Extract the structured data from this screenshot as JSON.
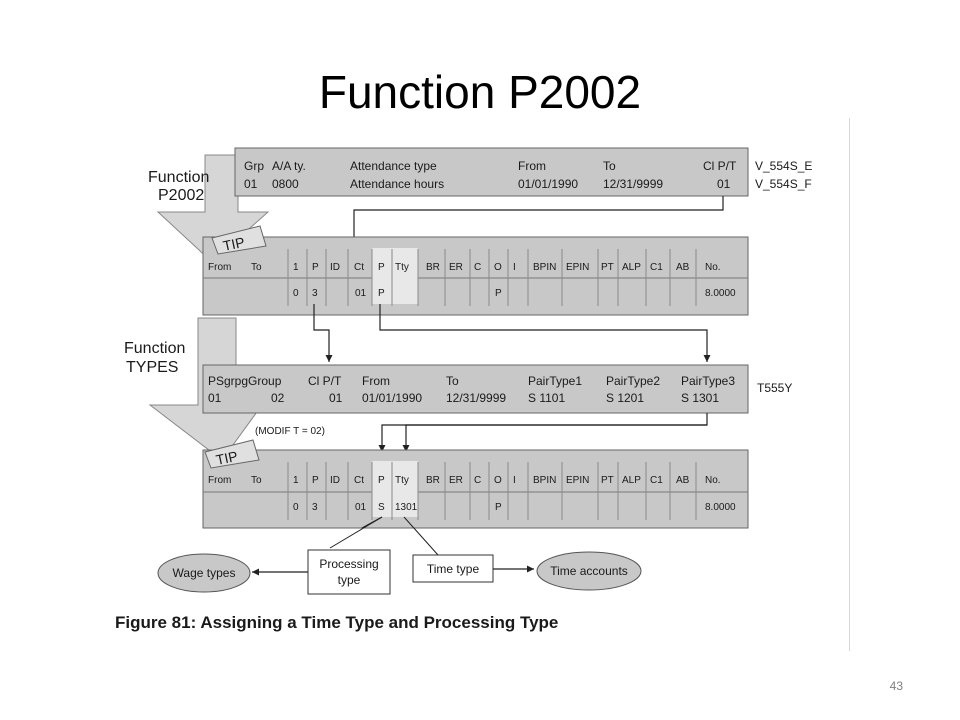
{
  "slide": {
    "title": "Function P2002",
    "page_number": "43"
  },
  "function_p2002": {
    "line1": "Function",
    "line2": "P2002"
  },
  "function_types": {
    "line1": "Function",
    "line2": "TYPES"
  },
  "tip_tag": "TIP",
  "table_v554": {
    "headers": [
      "Grp",
      "A/A ty.",
      "Attendance type",
      "From",
      "To",
      "Cl P/T"
    ],
    "values": [
      "01",
      "0800",
      "Attendance hours",
      "01/01/1990",
      "12/31/9999",
      "01"
    ],
    "side_labels": [
      "V_554S_E",
      "V_554S_F"
    ]
  },
  "tip_table_1": {
    "headers": [
      "From",
      "To",
      "1",
      "P",
      "ID",
      "Ct",
      "P",
      "Tty",
      "BR",
      "ER",
      "C",
      "O",
      "I",
      "BPIN",
      "EPIN",
      "PT",
      "ALP",
      "C1",
      "AB",
      "No."
    ],
    "values": [
      "0",
      "3",
      "01",
      "P",
      "P",
      "8.0000"
    ]
  },
  "table_t555y": {
    "headers": [
      "PSgrpgGroup",
      "Cl P/T",
      "From",
      "To",
      "PairType1",
      "PairType2",
      "PairType3"
    ],
    "values": [
      "01",
      "02",
      "01",
      "01/01/1990",
      "12/31/9999",
      "S 1101",
      "S 1201",
      "S 1301"
    ],
    "side_label": "T555Y"
  },
  "modif_note": "(MODIF T = 02)",
  "tip_table_2": {
    "headers": [
      "From",
      "To",
      "1",
      "P",
      "ID",
      "Ct",
      "P",
      "Tty",
      "BR",
      "ER",
      "C",
      "O",
      "I",
      "BPIN",
      "EPIN",
      "PT",
      "ALP",
      "C1",
      "AB",
      "No."
    ],
    "values": [
      "0",
      "3",
      "01",
      "S",
      "1301",
      "P",
      "8.0000"
    ]
  },
  "flow_nodes": {
    "wage_types": "Wage types",
    "processing_type_line1": "Processing",
    "processing_type_line2": "type",
    "time_type": "Time type",
    "time_accounts": "Time accounts"
  },
  "figure_caption": "Figure 81: Assigning a Time Type and Processing Type"
}
